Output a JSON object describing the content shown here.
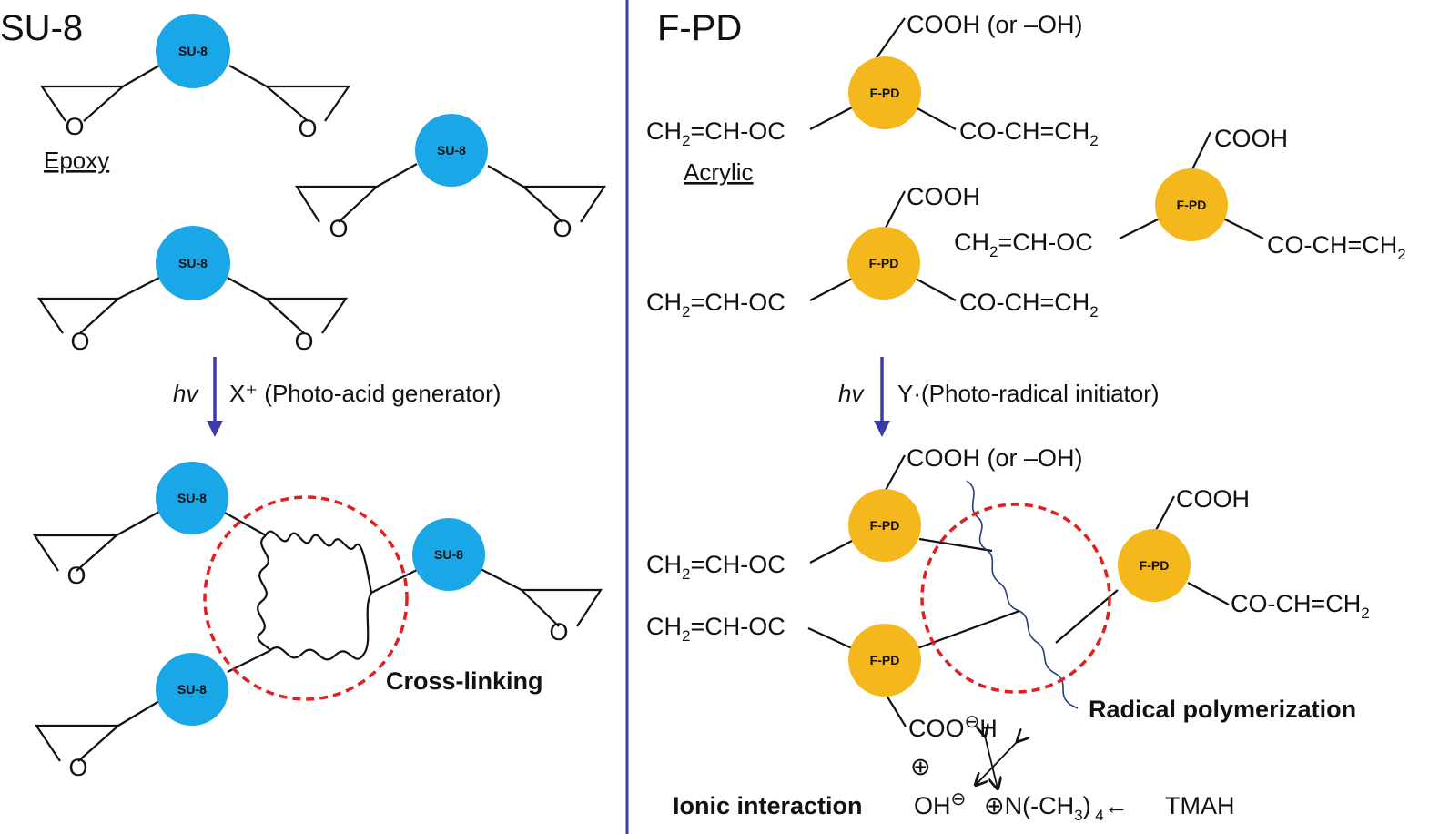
{
  "left": {
    "title": "SU-8",
    "node_label": "SU-8",
    "epoxy_label": "Epoxy",
    "hv": "hv",
    "reagent": "X⁺ (Photo-acid generator)",
    "crosslink_label": "Cross-linking"
  },
  "right": {
    "title": "F-PD",
    "node_label": "F-PD",
    "cooh_or_oh": "COOH (or –OH)",
    "cooh": "COOH",
    "acrylic_label": "Acrylic",
    "hv": "hv",
    "reagent": "Y·(Photo-radical initiator)",
    "radical_label": "Radical polymerization",
    "ionic_label": "Ionic interaction",
    "tmah_label": "TMAH"
  },
  "colors": {
    "su8_node": "#1aa7e8",
    "fpd_node": "#f5b81c",
    "divider": "#3b3ba8",
    "arrow": "#3b3ba8",
    "dashed_circle": "#e02020"
  }
}
